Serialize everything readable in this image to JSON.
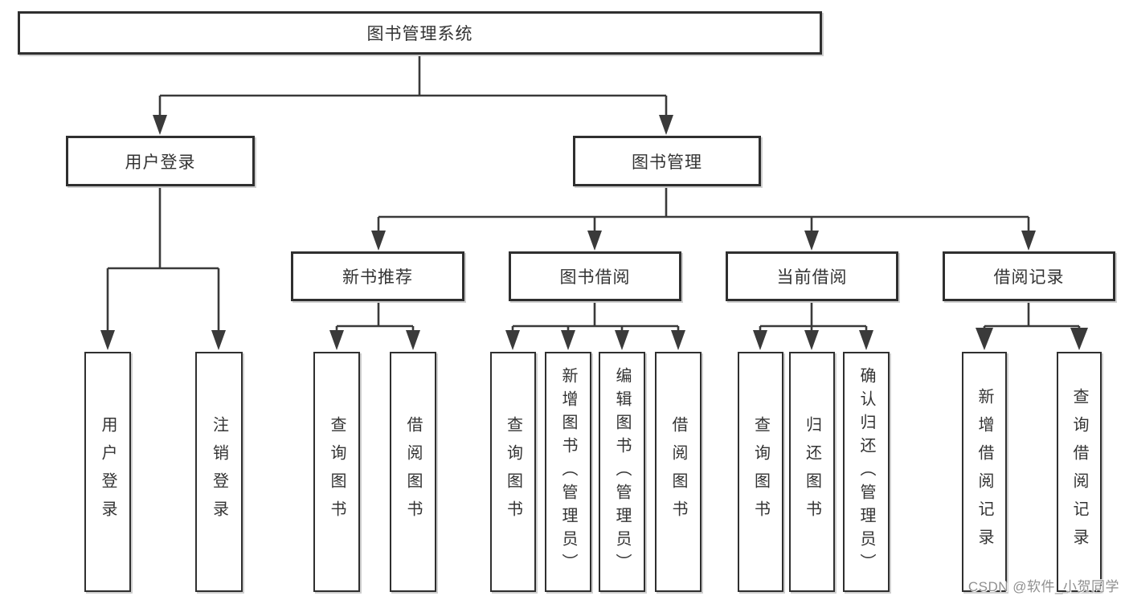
{
  "diagram": {
    "root": {
      "label": "图书管理系统"
    },
    "level2": {
      "user_login": "用户登录",
      "book_mgmt": "图书管理"
    },
    "level3": {
      "new_books": "新书推荐",
      "book_borrow": "图书借阅",
      "current_borrow": "当前借阅",
      "borrow_records": "借阅记录"
    },
    "leaves": {
      "user_login": [
        "用户登录",
        "注销登录"
      ],
      "new_books": [
        "查询图书",
        "借阅图书"
      ],
      "book_borrow": [
        "查询图书",
        "新增图书（管理员）",
        "编辑图书（管理员）",
        "借阅图书"
      ],
      "current_borrow": [
        "查询图书",
        "归还图书",
        "确认归还（管理员）"
      ],
      "borrow_records": [
        "新增借阅记录",
        "查询借阅记录"
      ]
    }
  },
  "watermark": {
    "text": "CSDN @软件_小贺同学"
  },
  "colors": {
    "line": "#3a3a3a",
    "border": "#2f2f2f",
    "text": "#333333",
    "background": "#ffffff",
    "watermark": "#8f8f8f"
  }
}
